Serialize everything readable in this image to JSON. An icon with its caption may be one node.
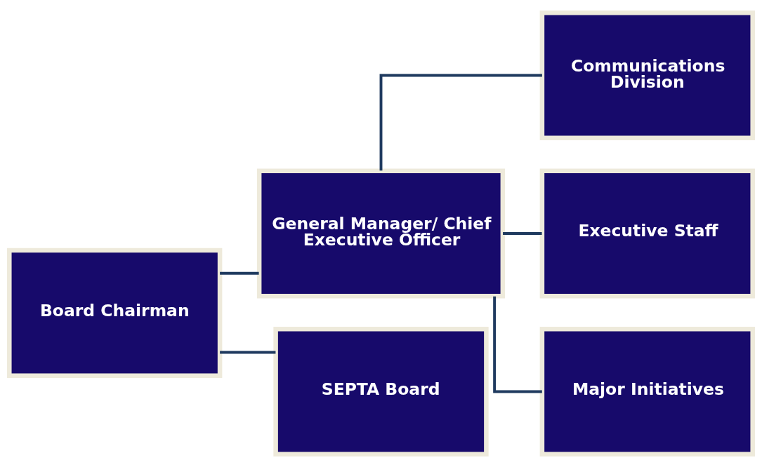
{
  "diagram": {
    "nodes": [
      {
        "text": [
          "Board Chairman"
        ]
      },
      {
        "text": [
          "General Manager/ Chief Executive Officer"
        ]
      },
      {
        "text": [
          "SEPTA Board"
        ]
      },
      {
        "text": [
          "Communications Division"
        ]
      },
      {
        "text": [
          "Executive Staff"
        ]
      },
      {
        "text": [
          "Major Initiatives"
        ]
      }
    ],
    "edges": [
      {
        "from": 0,
        "to": 1,
        "arrow": "none"
      },
      {
        "from": 0,
        "to": 2,
        "arrow": "none"
      },
      {
        "from": 1,
        "to": 3,
        "arrow": "none"
      },
      {
        "from": 1,
        "to": 4,
        "arrow": "none"
      },
      {
        "from": 1,
        "to": 5,
        "arrow": "none"
      }
    ]
  }
}
